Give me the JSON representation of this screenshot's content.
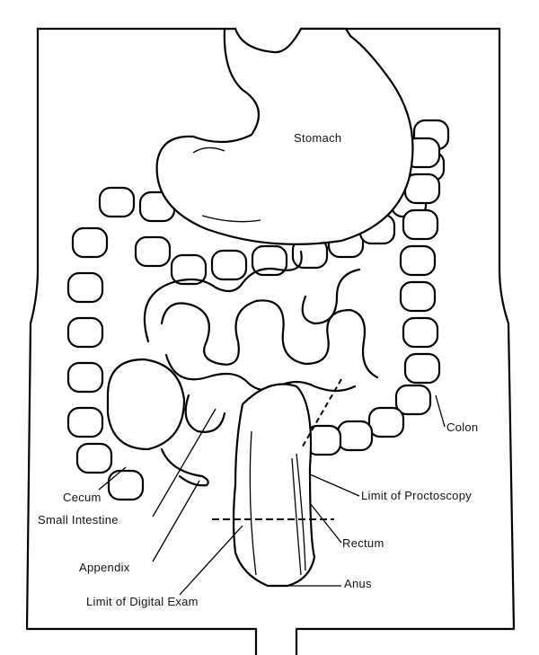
{
  "labels": {
    "stomach": "Stomach",
    "colon": "Colon",
    "cecum": "Cecum",
    "small_intestine": "Small Intestine",
    "limit_proctoscopy": "Limit of Proctoscopy",
    "rectum": "Rectum",
    "appendix": "Appendix",
    "anus": "Anus",
    "limit_digital_exam": "Limit of Digital Exam"
  }
}
